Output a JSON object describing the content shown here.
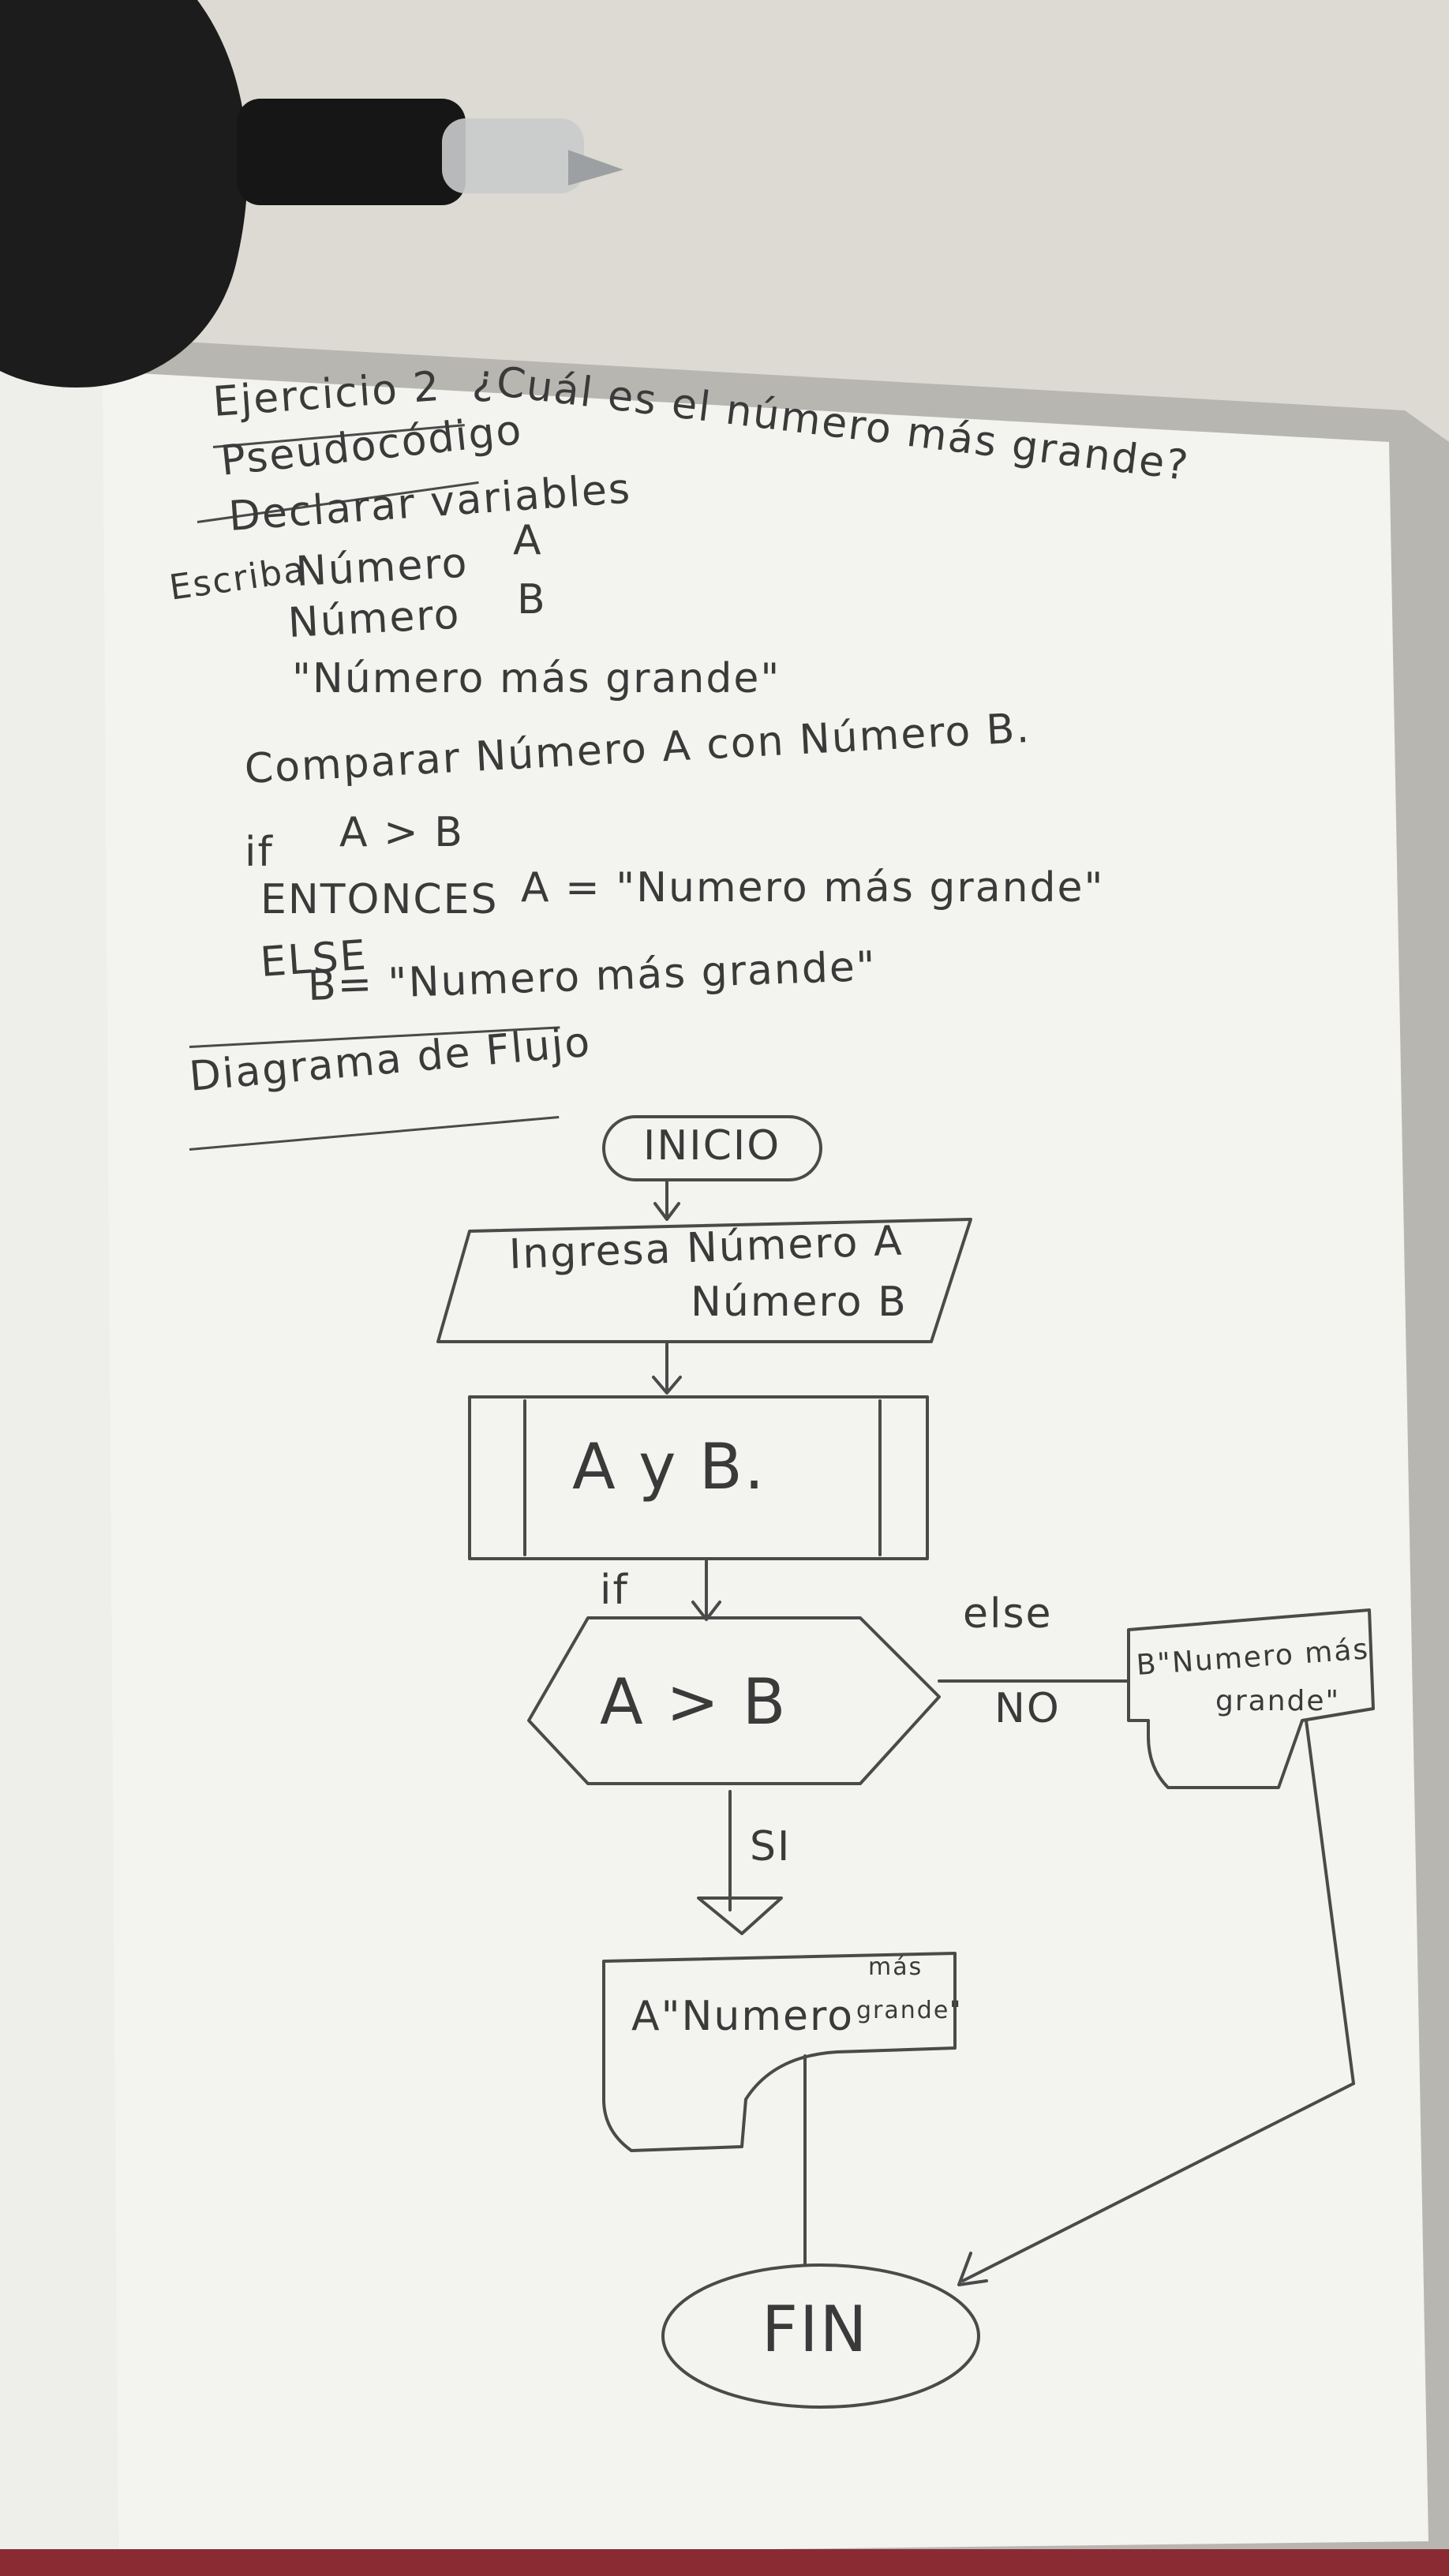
{
  "header": {
    "exercise": "Ejercicio 2",
    "question": "¿Cuál es el número más grande?"
  },
  "pseudocode": {
    "heading": "Pseudocódigo",
    "declare": "Declarar variables",
    "write_label": "Escriba",
    "var_a_label": "Número",
    "var_a": "A",
    "var_b_label": "Número",
    "var_b": "B",
    "result_string": "\"Número más grande\"",
    "compare": "Comparar Número A con Número B.",
    "if_kw": "if",
    "condition": "A > B",
    "then_kw": "ENTONCES",
    "then_stmt": "A = \"Numero más grande\"",
    "else_kw": "ELSE",
    "else_stmt": "B= \"Numero más grande\""
  },
  "flowchart": {
    "heading": "Diagrama de Flujo",
    "start": "INICIO",
    "input_line1": "Ingresa Número A",
    "input_line2": "Número B",
    "process": "A y B.",
    "if_label": "if",
    "decision": "A > B",
    "else_label": "else",
    "no_label": "NO",
    "yes_label": "SI",
    "output_b_line1": "B\"Numero más",
    "output_b_line2": "grande\"",
    "output_a_prefix": "A\"Numero",
    "output_a_sup": "más",
    "output_a_suffix": "grande\"",
    "end": "FIN"
  },
  "colors": {
    "paper": "#f4f4f0",
    "ink": "#3a3a3a",
    "cover": "#1c1c1c"
  }
}
